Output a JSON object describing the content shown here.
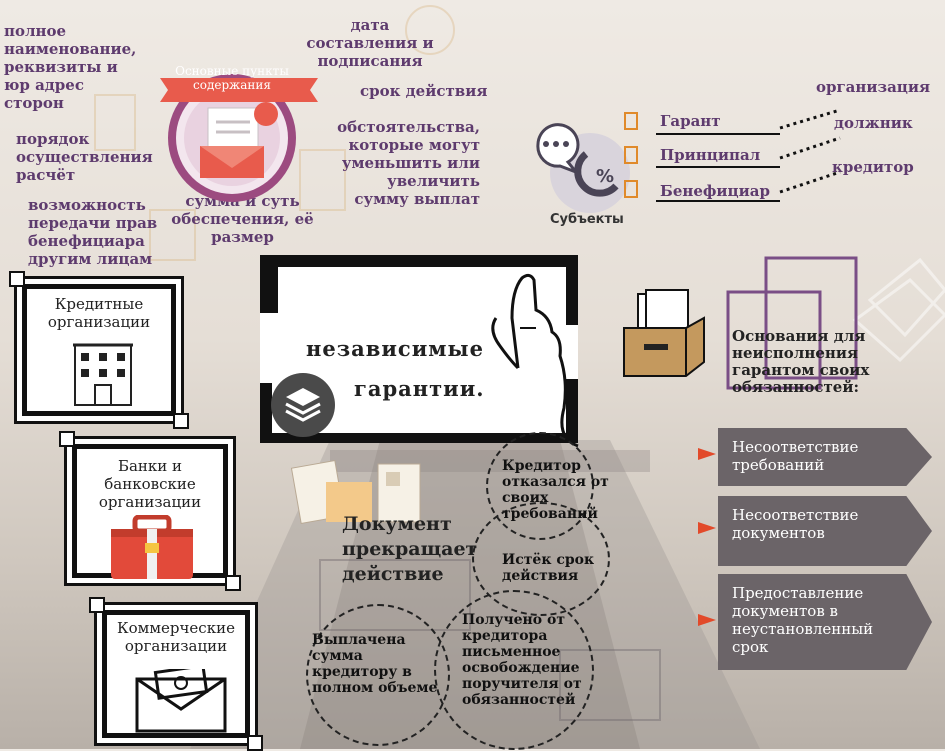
{
  "top_notes": {
    "full_name": "полное\nнаименование,\nреквизиты и\nюр адрес\nсторон",
    "settlement": "порядок\nосуществления\nрасчёт",
    "transfer": "возможность\nпередачи прав\nбенефициара\nдругим лицам",
    "date": "дата\nсоставления и\nподписания",
    "term": "срок действия",
    "circumstances": "обстоятельства,\nкоторые могут\nуменьшить или\nувеличить\nсумму выплат",
    "amount": "сумма и суть\nобеспечения, её\nразмер"
  },
  "badge": {
    "label": "Основные пункты\nсодержания"
  },
  "subjects": {
    "title": "Субъекты",
    "items": [
      "Гарант",
      "Принципал",
      "Бенефициар"
    ],
    "roles": [
      "организация",
      "должник",
      "кредитор"
    ]
  },
  "main": {
    "line1": "независимые",
    "line2": "гарантии."
  },
  "orgs": [
    "Кредитные\nорганизации",
    "Банки и\nбанковские\nорганизации",
    "Коммерческие\nорганизации"
  ],
  "termination": {
    "title": "Документ\nпрекращает\nдействие",
    "reasons": [
      "Кредитор\nотказался от\nсвоих\nтребований",
      "Истёк срок\nдействия",
      "Выплачена\nсумма\nкредитору в\nполном объеме",
      "Получено от\nкредитора\nписьменное\nосвобождение\nпоручителя от\nобязанностей"
    ]
  },
  "refusal": {
    "title": "Основания для\nнеисполнения\nгарантом своих\nобязанностей:",
    "items": [
      "Несоответствие\nтребований",
      "Несоответствие\nдокументов",
      "Предоставление\nдокументов в\nнеустановленный\nсрок"
    ]
  },
  "colors": {
    "purple": "#5e3b6e",
    "flag": "#e24a2a",
    "arrow_bg": "#6b6468",
    "ribbon": "#e08a2a"
  }
}
